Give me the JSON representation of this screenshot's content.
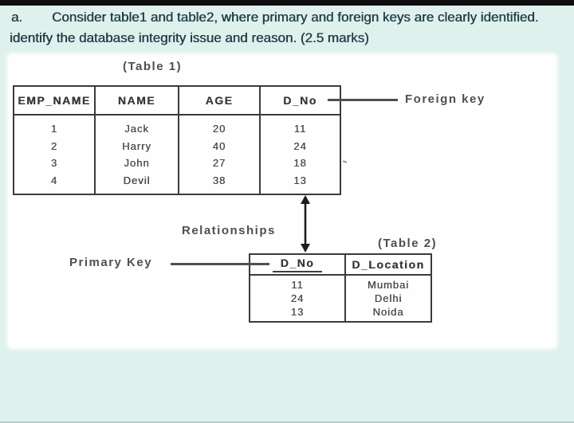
{
  "question": {
    "label": "a.",
    "line1": "Consider table1 and table2, where primary and foreign keys are clearly identified.",
    "line2": "identify the database integrity issue and reason. (2.5 marks)"
  },
  "diagram": {
    "table1": {
      "caption": "(Table 1)",
      "headers": [
        "EMP_NAME",
        "NAME",
        "AGE",
        "D_No"
      ],
      "rows": [
        [
          "1",
          "Jack",
          "20",
          "11"
        ],
        [
          "2",
          "Harry",
          "40",
          "24"
        ],
        [
          "3",
          "John",
          "27",
          "18"
        ],
        [
          "4",
          "Devil",
          "38",
          "13"
        ]
      ]
    },
    "table2": {
      "caption": "(Table 2)",
      "headers": [
        "D_No",
        "D_Location"
      ],
      "rows": [
        [
          "11",
          "Mumbai"
        ],
        [
          "24",
          "Delhi"
        ],
        [
          "13",
          "Noida"
        ]
      ]
    },
    "labels": {
      "foreign_key": "Foreign key",
      "primary_key": "Primary Key",
      "relationships": "Relationships"
    }
  },
  "colors": {
    "page_background": "#dff1ed",
    "panel_background": "#fdfefd",
    "question_text": "#233e48",
    "diagram_text": "#4f4f4f",
    "table_border": "#3b3b3b",
    "top_bar": "#0e0e0e",
    "bottom_edge": "#b9cfcc"
  }
}
